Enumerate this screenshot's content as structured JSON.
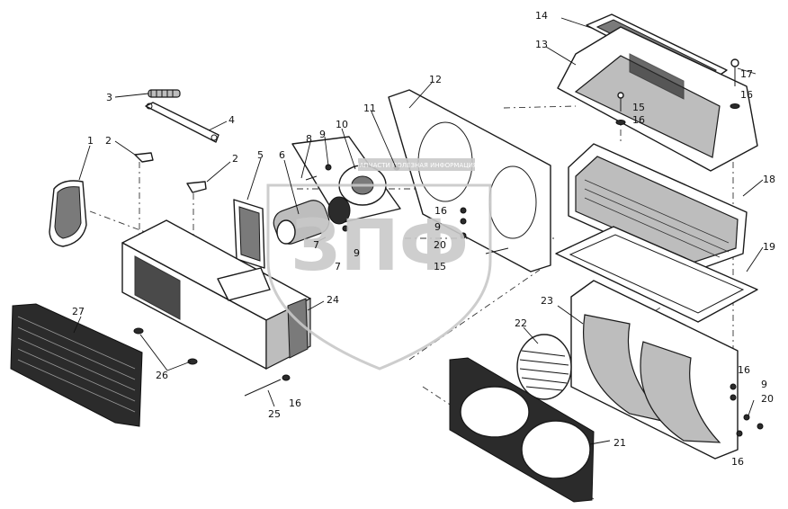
{
  "callouts": [
    {
      "id": "c1",
      "text": "1"
    },
    {
      "id": "c2a",
      "text": "2"
    },
    {
      "id": "c2b",
      "text": "2"
    },
    {
      "id": "c3",
      "text": "3"
    },
    {
      "id": "c4",
      "text": "4"
    },
    {
      "id": "c5",
      "text": "5"
    },
    {
      "id": "c6",
      "text": "6"
    },
    {
      "id": "c7a",
      "text": "7"
    },
    {
      "id": "c7b",
      "text": "7"
    },
    {
      "id": "c8",
      "text": "8"
    },
    {
      "id": "c9a",
      "text": "9"
    },
    {
      "id": "c9b",
      "text": "9"
    },
    {
      "id": "c9c",
      "text": "9"
    },
    {
      "id": "c9d",
      "text": "9"
    },
    {
      "id": "c10",
      "text": "10"
    },
    {
      "id": "c11",
      "text": "11"
    },
    {
      "id": "c12",
      "text": "12"
    },
    {
      "id": "c13",
      "text": "13"
    },
    {
      "id": "c14",
      "text": "14"
    },
    {
      "id": "c15a",
      "text": "15"
    },
    {
      "id": "c15b",
      "text": "15"
    },
    {
      "id": "c16a",
      "text": "16"
    },
    {
      "id": "c16b",
      "text": "16"
    },
    {
      "id": "c16c",
      "text": "16"
    },
    {
      "id": "c16d",
      "text": "16"
    },
    {
      "id": "c16e",
      "text": "16"
    },
    {
      "id": "c16f",
      "text": "16"
    },
    {
      "id": "c17",
      "text": "17"
    },
    {
      "id": "c18",
      "text": "18"
    },
    {
      "id": "c19",
      "text": "19"
    },
    {
      "id": "c20a",
      "text": "20"
    },
    {
      "id": "c20b",
      "text": "20"
    },
    {
      "id": "c21",
      "text": "21"
    },
    {
      "id": "c22",
      "text": "22"
    },
    {
      "id": "c23",
      "text": "23"
    },
    {
      "id": "c24",
      "text": "24"
    },
    {
      "id": "c25",
      "text": "25"
    },
    {
      "id": "c26",
      "text": "26"
    },
    {
      "id": "c27",
      "text": "27"
    }
  ],
  "watermark": {
    "logo_text": "ЗПФ",
    "band_text": "ЗАПЧАСТИ ПОЛЕЗНАЯ ИНФОРМАЦИЯ"
  }
}
